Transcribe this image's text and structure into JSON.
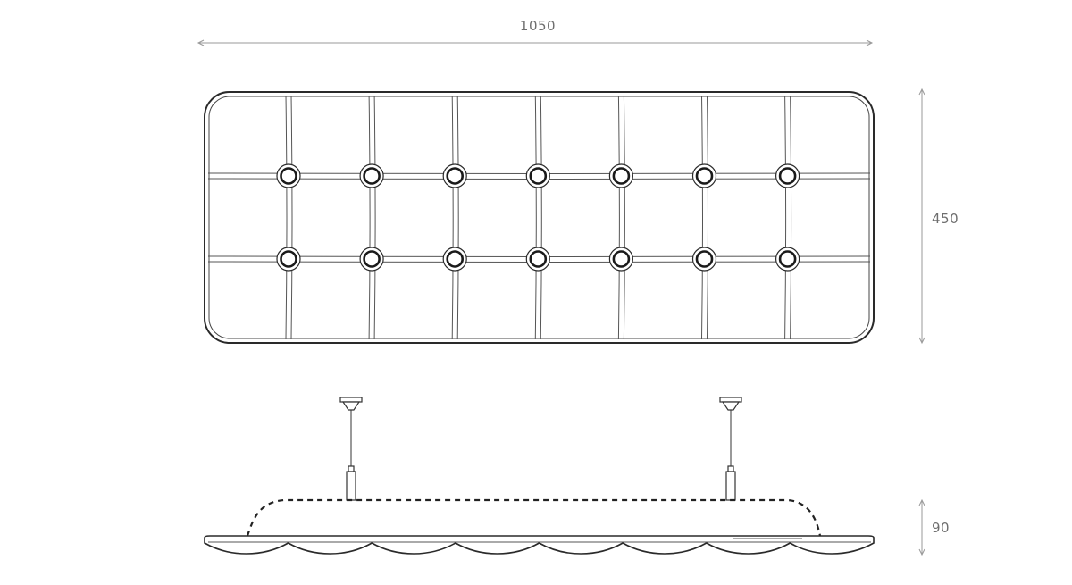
{
  "dimensions": {
    "width": "1050",
    "height": "450",
    "depth": "90"
  },
  "panel": {
    "button_columns": 7,
    "button_rows": 2,
    "cushion_columns": 8,
    "cushion_rows": 3
  },
  "colors": {
    "line": "#2a2a2a",
    "dimension": "#9a9a9a",
    "label": "#6e6e6e"
  }
}
